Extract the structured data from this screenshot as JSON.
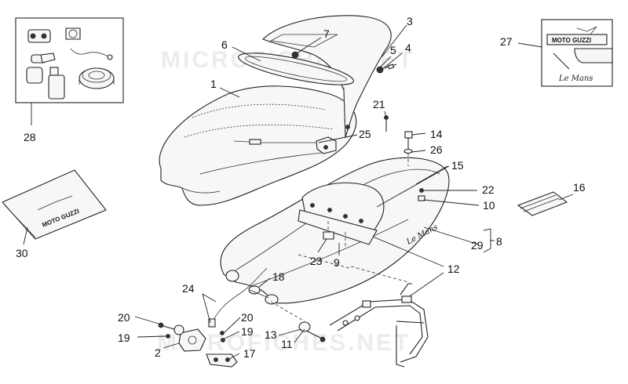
{
  "watermark": "MICROFICHES.NET",
  "brand": {
    "badge_text": "MOTO GUZZI",
    "script_text": "Le Mans"
  },
  "callouts": [
    "1",
    "2",
    "3",
    "4",
    "5",
    "6",
    "7",
    "8",
    "9",
    "10",
    "11",
    "12",
    "13",
    "14",
    "15",
    "16",
    "17",
    "18",
    "19",
    "20",
    "21",
    "22",
    "23",
    "24",
    "25",
    "26",
    "27",
    "28",
    "29",
    "30"
  ]
}
